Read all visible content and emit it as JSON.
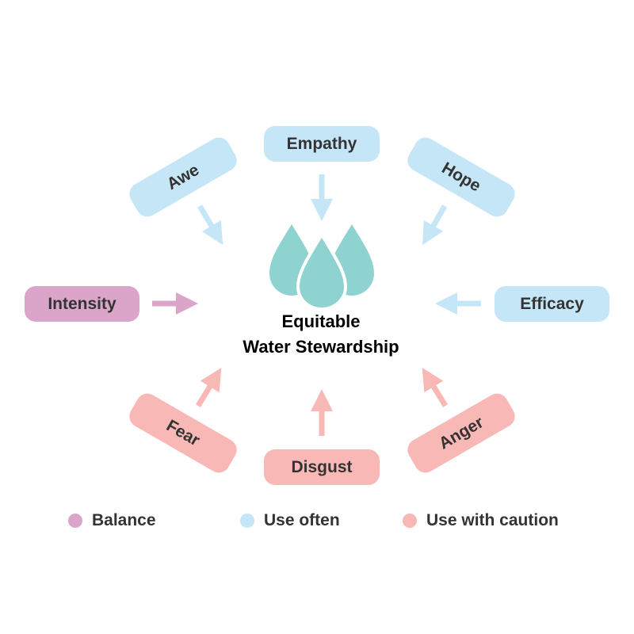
{
  "title": {
    "line1": "Equitable",
    "line2": "Water Stewardship"
  },
  "colors": {
    "balance": "#dba5ca",
    "use_often": "#c4e6f7",
    "use_with_caution": "#f8b8b6",
    "drop": "#8fd3d0",
    "text": "#333333"
  },
  "emotions": {
    "empathy": "Empathy",
    "awe": "Awe",
    "hope": "Hope",
    "intensity": "Intensity",
    "efficacy": "Efficacy",
    "fear": "Fear",
    "disgust": "Disgust",
    "anger": "Anger"
  },
  "legend": [
    {
      "label": "Balance",
      "category": "balance"
    },
    {
      "label": "Use often",
      "category": "use_often"
    },
    {
      "label": "Use with caution",
      "category": "use_with_caution"
    }
  ],
  "center_icon": "water-drops-icon"
}
